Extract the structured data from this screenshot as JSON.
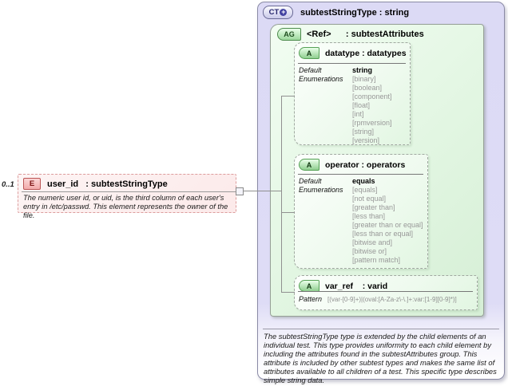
{
  "diagram": {
    "complex_type": {
      "badge": "CT",
      "expand_glyph": "+",
      "title": "subtestStringType : string",
      "attribute_group": {
        "badge": "AG",
        "title": "<Ref>      : subtestAttributes",
        "attributes": [
          {
            "badge": "A",
            "title": "datatype : datatypes",
            "default_label": "Default",
            "default_value": "string",
            "enumerations_label": "Enumerations",
            "enumerations": [
              "[binary]",
              "[boolean]",
              "[component]",
              "[float]",
              "[int]",
              "[rpmversion]",
              "[string]",
              "[version]"
            ]
          },
          {
            "badge": "A",
            "title": "operator : operators",
            "default_label": "Default",
            "default_value": "equals",
            "enumerations_label": "Enumerations",
            "enumerations": [
              "[equals]",
              "[not equal]",
              "[greater than]",
              "[less than]",
              "[greater than or equal]",
              "[less than or equal]",
              "[bitwise and]",
              "[bitwise or]",
              "[pattern match]"
            ]
          },
          {
            "badge": "A",
            "title": "var_ref    : varid",
            "pattern_label": "Pattern",
            "pattern_value": "[(var-[0-9]+)|(oval:[A-Za-z\\-\\.]+:var:[1-9][0-9]*)]"
          }
        ]
      },
      "documentation": "The subtestStringType type is extended by the child elements of an individual test.  This type provides uniformity to each child element by including the attributes found in the subtestAttributes group.  This attribute is included by other subtest types and makes the same list of attributes available to all children of a test.  This specific type describes simple string data."
    },
    "element": {
      "badge": "E",
      "cardinality": "0..1",
      "title": "user_id   : subtestStringType",
      "documentation": "The numeric user id, or uid, is the third column of each user's entry in /etc/passwd.  This element represents the owner of the file."
    },
    "colors": {
      "complex_type_fill": "#dcdaf5",
      "attribute_group_fill": "#e2f6e2",
      "attribute_fill": "#eefaee",
      "element_fill": "#fceaea",
      "enumeration_text": "#989898",
      "connector": "#909090"
    }
  }
}
